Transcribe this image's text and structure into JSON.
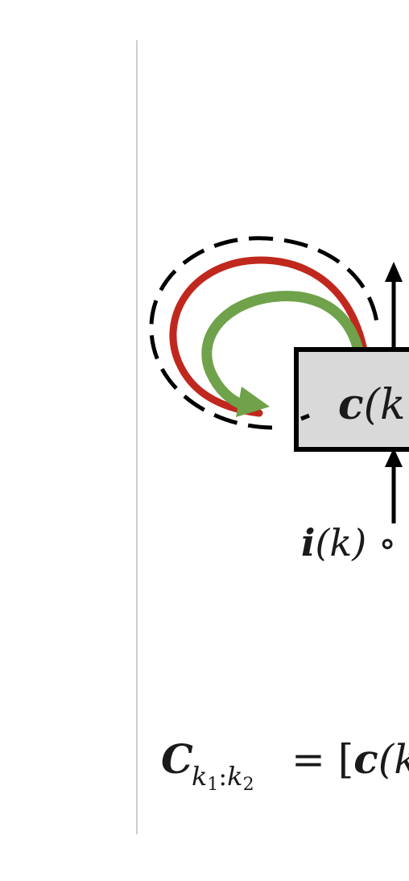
{
  "diagram": {
    "cell_label_bold": "c",
    "cell_label_rest": "(k",
    "input_label_bold": "i",
    "input_label_rest": "(k) ∘",
    "equation_lhs_bold": "C",
    "equation_lhs_sub_k1": "k",
    "equation_lhs_sub_1": "1",
    "equation_lhs_sub_colon": ":",
    "equation_lhs_sub_k2": "k",
    "equation_lhs_sub_2": "2",
    "equation_rhs_prefix": "= [",
    "equation_rhs_bold": "c",
    "equation_rhs_rest": "(k",
    "colors": {
      "red_arrow": "#c0281e",
      "green_arrow": "#6fa24a",
      "cell_fill": "#d9d9d9",
      "stroke": "#000000",
      "divider": "#bdbdbd"
    }
  }
}
